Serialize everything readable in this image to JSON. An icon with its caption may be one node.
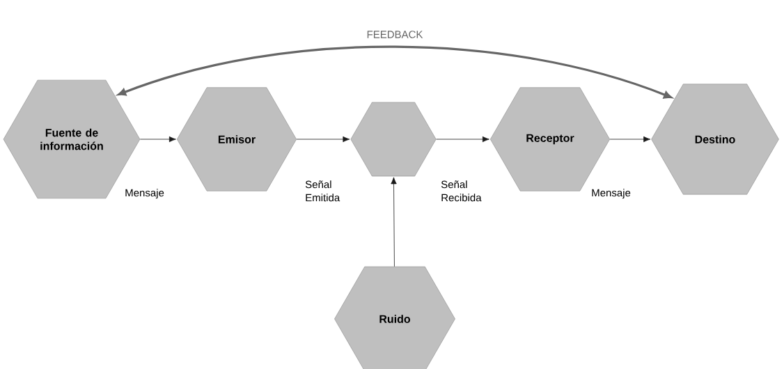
{
  "diagram": {
    "nodes": [
      {
        "text": [
          "Fuente de información"
        ]
      },
      {
        "text": [
          "Emisor"
        ]
      },
      {
        "text": [],
        "shape": "hexagon"
      },
      {
        "text": [
          "Receptor"
        ]
      },
      {
        "text": [
          "Destino"
        ]
      },
      {
        "text": [
          "Ruido"
        ]
      }
    ],
    "edges": [
      {
        "from": 0,
        "to": 1,
        "arrow": "to",
        "label": "Mensaje"
      },
      {
        "from": 1,
        "to": 2,
        "arrow": "to",
        "label": "Señal Emitida"
      },
      {
        "from": 2,
        "to": 3,
        "arrow": "to",
        "label": "Señal Recibida"
      },
      {
        "from": 3,
        "to": 4,
        "arrow": "to",
        "label": "Mensaje"
      },
      {
        "from": 5,
        "to": 2,
        "arrow": "to"
      },
      {
        "from": 0,
        "to": 4,
        "arrow": "both",
        "label": "FEEDBACK",
        "style": "thick",
        "color": "#666666"
      }
    ]
  }
}
